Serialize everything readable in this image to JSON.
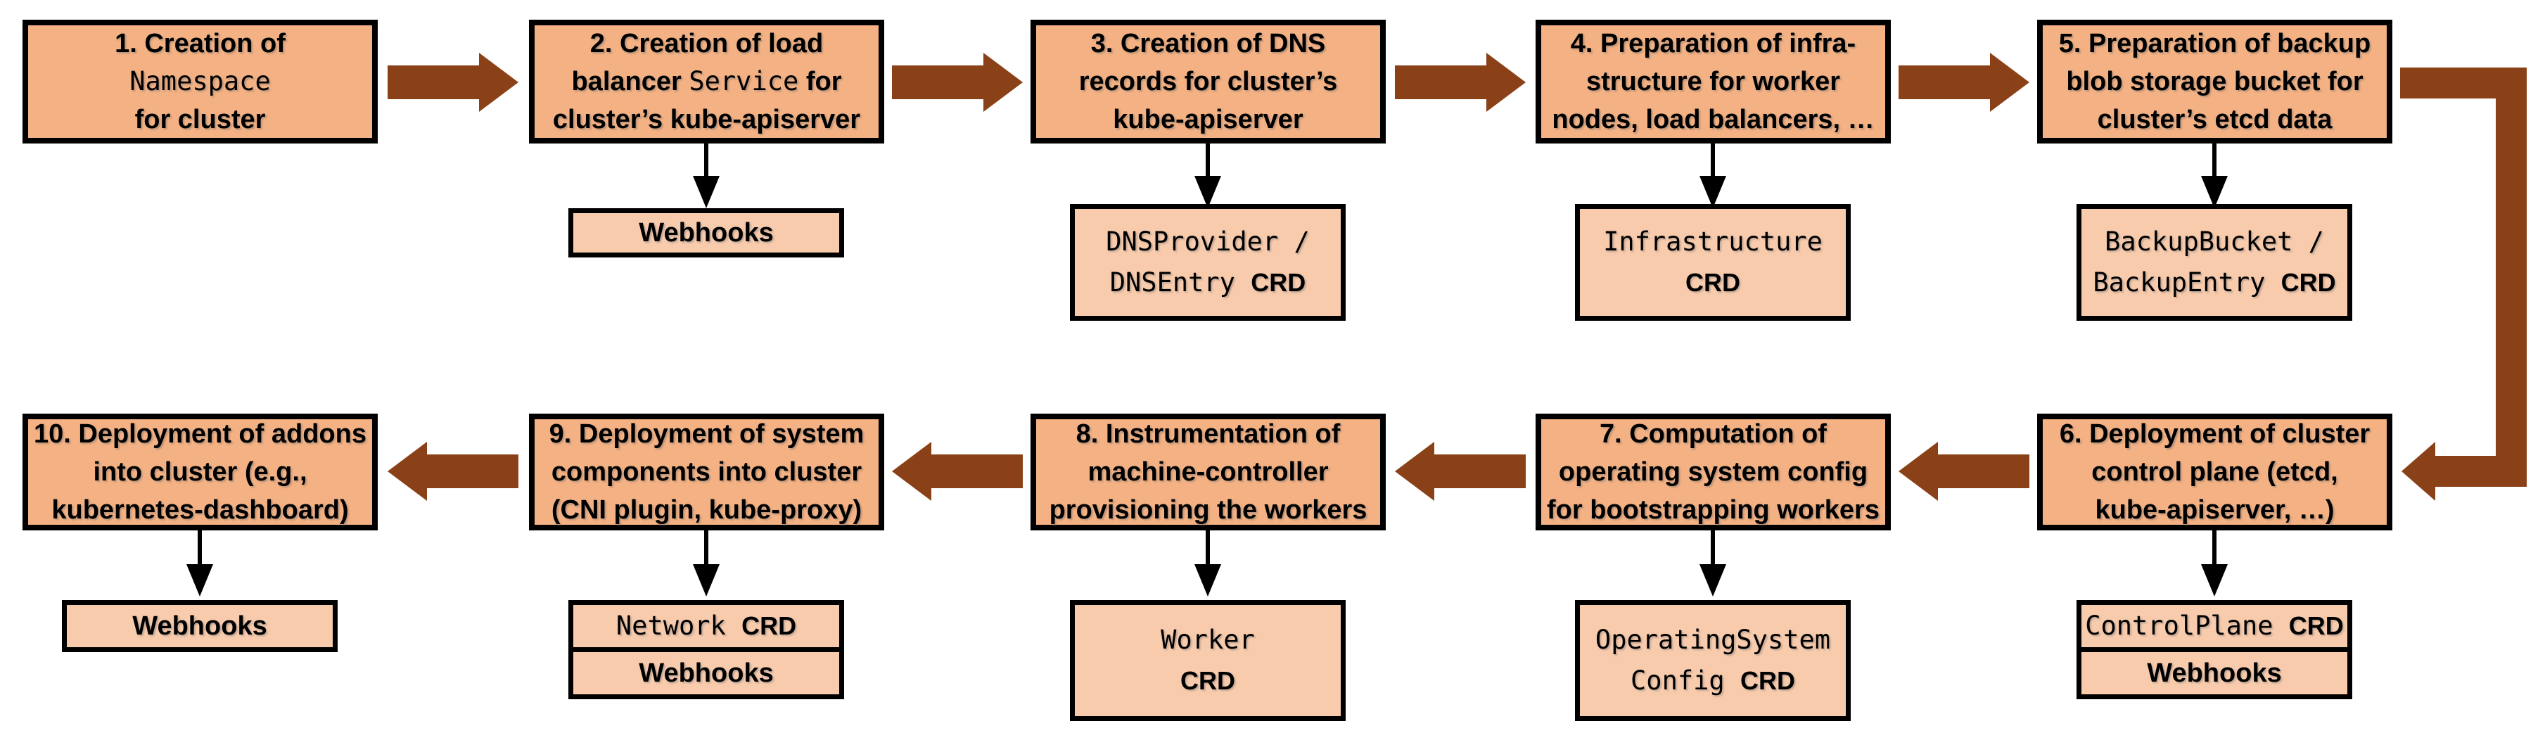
{
  "colors": {
    "box_fill": "#F4B183",
    "sub_fill": "#F8CBAD",
    "arrow_brown": "#8A4117",
    "outline": "#000000",
    "background": "#FFFFFF"
  },
  "steps": [
    {
      "pre": "1. Creation of\n",
      "code": "Namespace",
      "post": "\nfor cluster",
      "subs": []
    },
    {
      "pre": "2. Creation of load\nbalancer ",
      "code": "Service",
      "post": " for\ncluster’s kube-apiserver",
      "subs": [
        {
          "code": "",
          "label": "Webhooks"
        }
      ]
    },
    {
      "pre": "3. Creation of DNS\nrecords for cluster’s\nkube-apiserver",
      "code": "",
      "post": "",
      "subs": [
        {
          "code": "DNSProvider /\nDNSEntry ",
          "label": "CRD"
        }
      ]
    },
    {
      "pre": "4. Preparation of infra-\nstructure for worker\nnodes, load balancers, …",
      "code": "",
      "post": "",
      "subs": [
        {
          "code": "Infrastructure\n",
          "label": "CRD"
        }
      ]
    },
    {
      "pre": "5. Preparation of backup\nblob storage bucket for\ncluster’s etcd data",
      "code": "",
      "post": "",
      "subs": [
        {
          "code": "BackupBucket /\nBackupEntry ",
          "label": "CRD"
        }
      ]
    },
    {
      "pre": "6. Deployment of cluster\ncontrol plane (etcd,\nkube-apiserver, …)",
      "code": "",
      "post": "",
      "subs": [
        {
          "code": "ControlPlane ",
          "label": "CRD"
        },
        {
          "code": "",
          "label": "Webhooks"
        }
      ]
    },
    {
      "pre": "7. Computation of\noperating system config\nfor bootstrapping workers",
      "code": "",
      "post": "",
      "subs": [
        {
          "code": "OperatingSystem\nConfig ",
          "label": "CRD"
        }
      ]
    },
    {
      "pre": "8. Instrumentation of\nmachine-controller\nprovisioning the workers",
      "code": "",
      "post": "",
      "subs": [
        {
          "code": "Worker\n",
          "label": "CRD"
        }
      ]
    },
    {
      "pre": "9. Deployment of system\ncomponents into cluster\n(CNI plugin, kube-proxy)",
      "code": "",
      "post": "",
      "subs": [
        {
          "code": "Network ",
          "label": "CRD"
        },
        {
          "code": "",
          "label": "Webhooks"
        }
      ]
    },
    {
      "pre": "10. Deployment of addons\ninto cluster (e.g.,\nkubernetes-dashboard)",
      "code": "",
      "post": "",
      "subs": [
        {
          "code": "",
          "label": "Webhooks"
        }
      ]
    }
  ]
}
